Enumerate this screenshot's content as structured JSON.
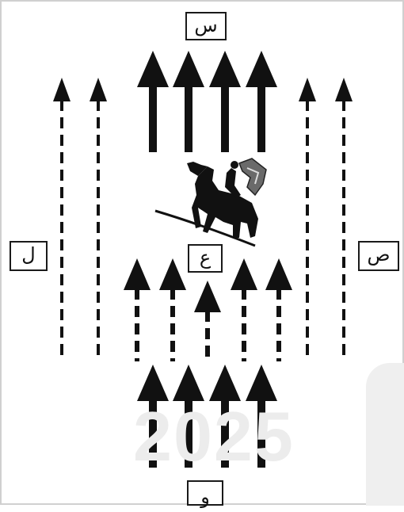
{
  "labels": {
    "top": "س",
    "left": "ل",
    "right": "ص",
    "center": "ع",
    "bottom": "و"
  },
  "watermark": {
    "year": "2025"
  },
  "icons": {
    "figure": "horse-and-rider-icon"
  },
  "colors": {
    "ink": "#111111",
    "background": "#ffffff",
    "watermark": "#ececec"
  }
}
